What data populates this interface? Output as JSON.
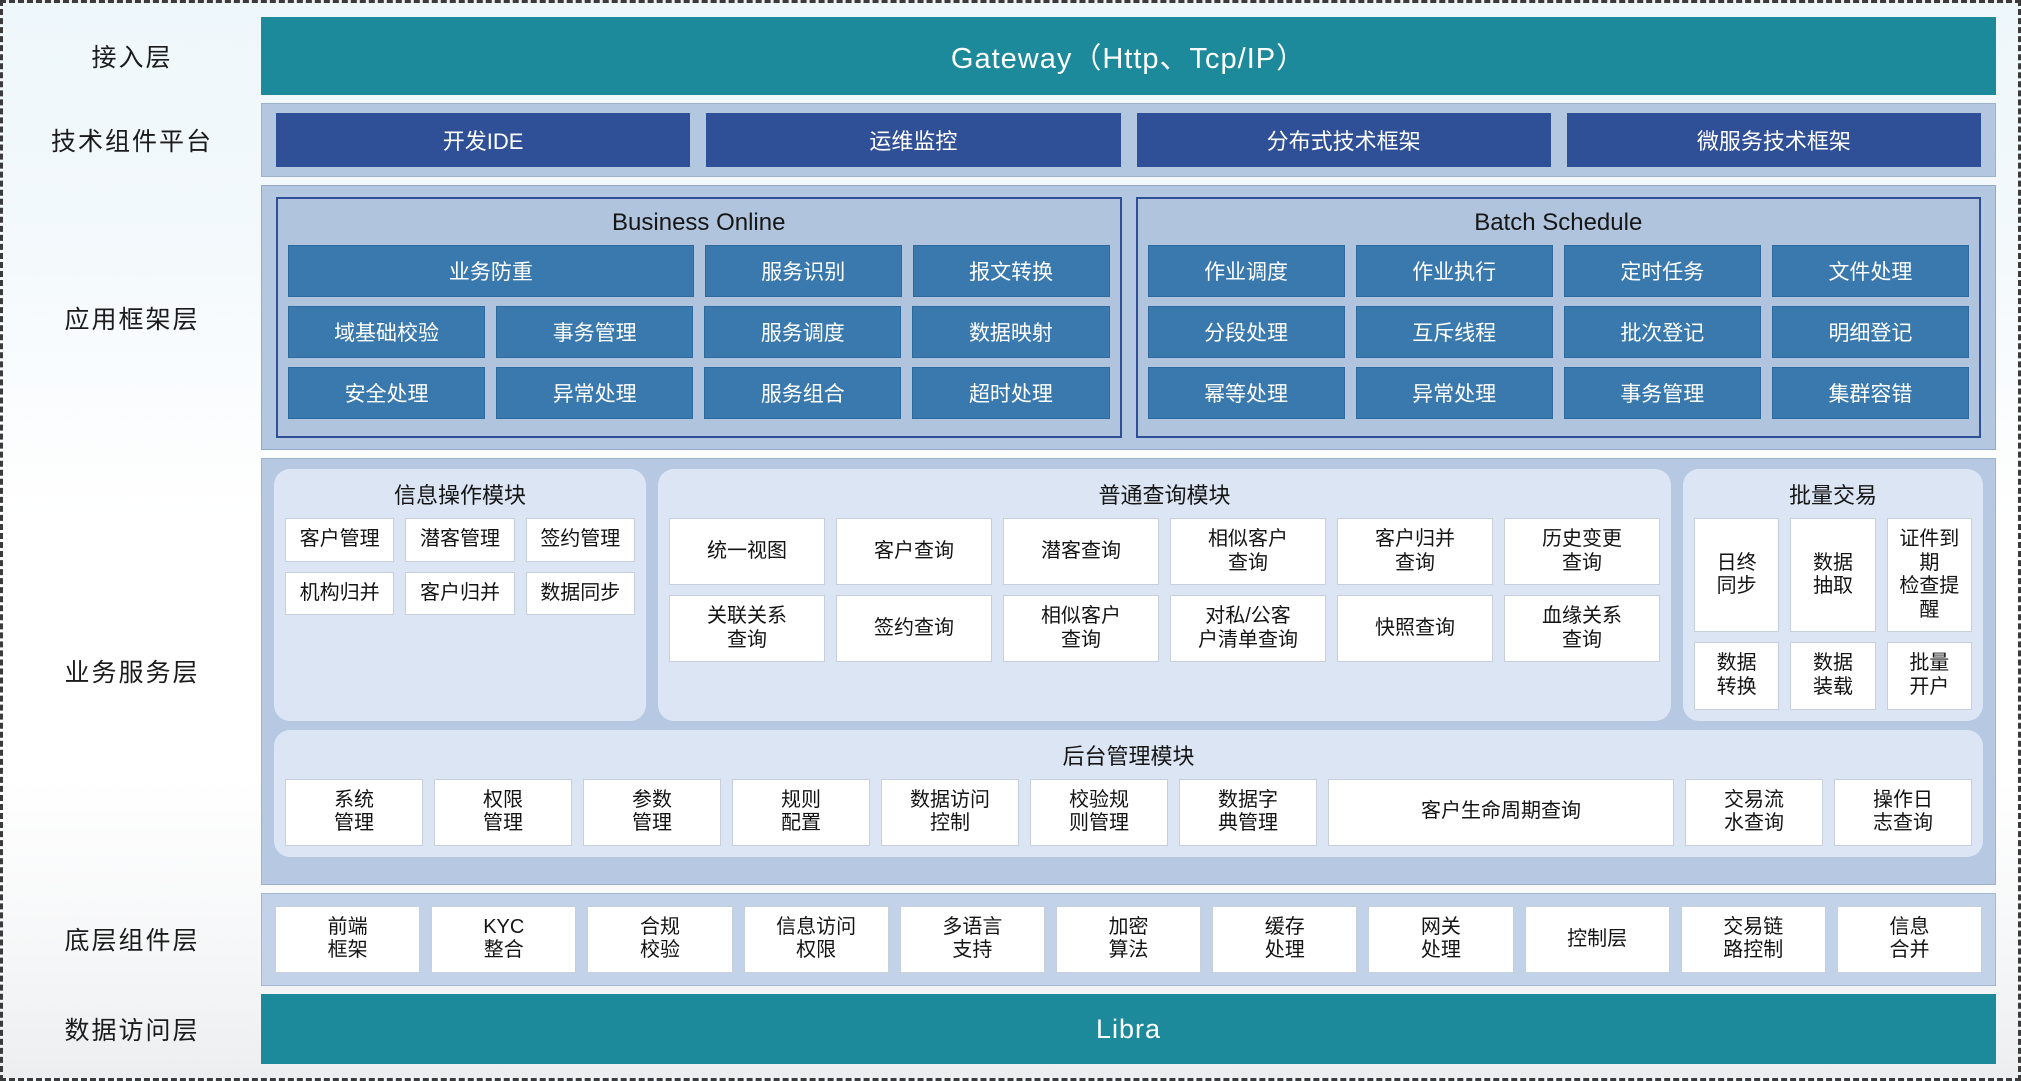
{
  "layers": [
    {
      "label": "接入层"
    },
    {
      "label": "技术组件平台"
    },
    {
      "label": "应用框架层"
    },
    {
      "label": "业务服务层"
    },
    {
      "label": "底层组件层"
    },
    {
      "label": "数据访问层"
    }
  ],
  "access_layer": {
    "title": "Gateway（Http、Tcp/IP）"
  },
  "tech_platform": {
    "chips": [
      "开发IDE",
      "运维监控",
      "分布式技术框架",
      "微服务技术框架"
    ]
  },
  "app_framework": {
    "columns": [
      {
        "title": "Business Online",
        "rows": [
          [
            "业务防重",
            "服务识别",
            "报文转换"
          ],
          [
            "域基础校验",
            "事务管理",
            "服务调度",
            "数据映射"
          ],
          [
            "安全处理",
            "异常处理",
            "服务组合",
            "超时处理"
          ]
        ]
      },
      {
        "title": "Batch Schedule",
        "rows": [
          [
            "作业调度",
            "作业执行",
            "定时任务",
            "文件处理"
          ],
          [
            "分段处理",
            "互斥线程",
            "批次登记",
            "明细登记"
          ],
          [
            "幂等处理",
            "异常处理",
            "事务管理",
            "集群容错"
          ]
        ]
      }
    ]
  },
  "business_service": {
    "groups": [
      {
        "title": "信息操作模块",
        "rows": [
          [
            "客户管理",
            "潜客管理",
            "签约管理"
          ],
          [
            "机构归并",
            "客户归并",
            "数据同步"
          ]
        ]
      },
      {
        "title": "普通查询模块",
        "rows": [
          [
            "统一视图",
            "客户查询",
            "潜客查询",
            "相似客户\n查询",
            "客户归并\n查询",
            "历史变更\n查询"
          ],
          [
            "关联关系\n查询",
            "签约查询",
            "相似客户\n查询",
            "对私/公客\n户清单查询",
            "快照查询",
            "血缘关系\n查询"
          ]
        ]
      },
      {
        "title": "批量交易",
        "rows": [
          [
            "日终\n同步",
            "数据\n抽取",
            "证件到期\n检查提醒"
          ],
          [
            "数据\n转换",
            "数据\n装载",
            "批量\n开户"
          ]
        ]
      }
    ],
    "admin_module": {
      "title": "后台管理模块",
      "items": [
        "系统\n管理",
        "权限\n管理",
        "参数\n管理",
        "规则\n配置",
        "数据访问\n控制",
        "校验规\n则管理",
        "数据字\n典管理",
        "客户生命周期查询",
        "交易流\n水查询",
        "操作日\n志查询"
      ],
      "wide_index": 7
    }
  },
  "bottom_components": {
    "items": [
      "前端\n框架",
      "KYC\n整合",
      "合规\n校验",
      "信息访问\n权限",
      "多语言\n支持",
      "加密\n算法",
      "缓存\n处理",
      "网关\n处理",
      "控制层",
      "交易链\n路控制",
      "信息\n合并"
    ]
  },
  "data_access_layer": {
    "title": "Libra"
  },
  "colors": {
    "teal": "#1c8a9b",
    "tech_chip": "#2f4f96",
    "app_chip": "#3a79ae",
    "band": "#b4c7e0",
    "group": "#dce5f3",
    "white_box": "#ffffff"
  }
}
